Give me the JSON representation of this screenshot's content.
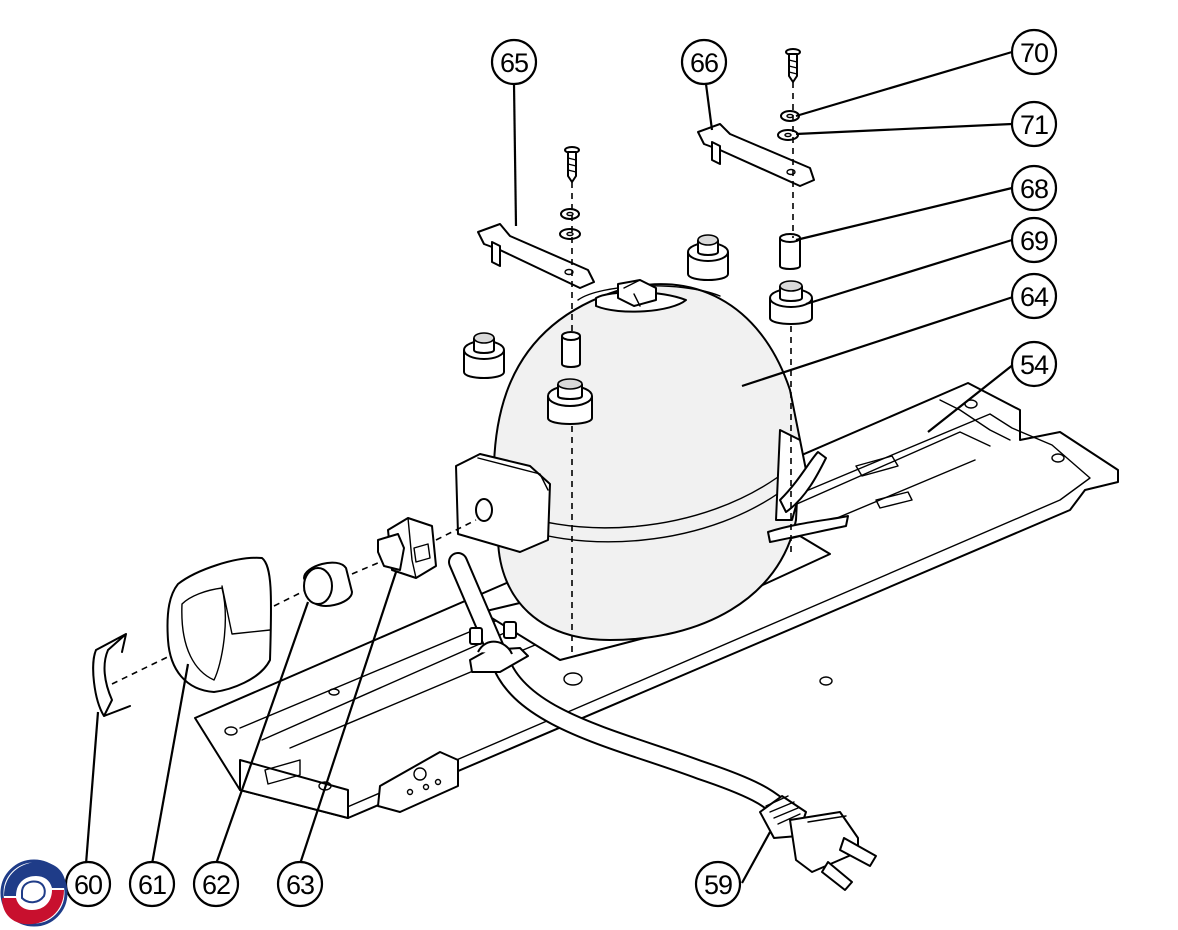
{
  "callouts": [
    {
      "id": "59",
      "label": "59"
    },
    {
      "id": "60",
      "label": "60"
    },
    {
      "id": "61",
      "label": "61"
    },
    {
      "id": "62",
      "label": "62"
    },
    {
      "id": "63",
      "label": "63"
    },
    {
      "id": "64",
      "label": "64"
    },
    {
      "id": "65",
      "label": "65"
    },
    {
      "id": "66",
      "label": "66"
    },
    {
      "id": "68",
      "label": "68"
    },
    {
      "id": "69",
      "label": "69"
    },
    {
      "id": "70",
      "label": "70"
    },
    {
      "id": "71",
      "label": "71"
    },
    {
      "id": "54",
      "label": "54"
    }
  ],
  "logo": {
    "name": "brand-logo",
    "colors": [
      "#c8102e",
      "#1f3c88"
    ]
  }
}
